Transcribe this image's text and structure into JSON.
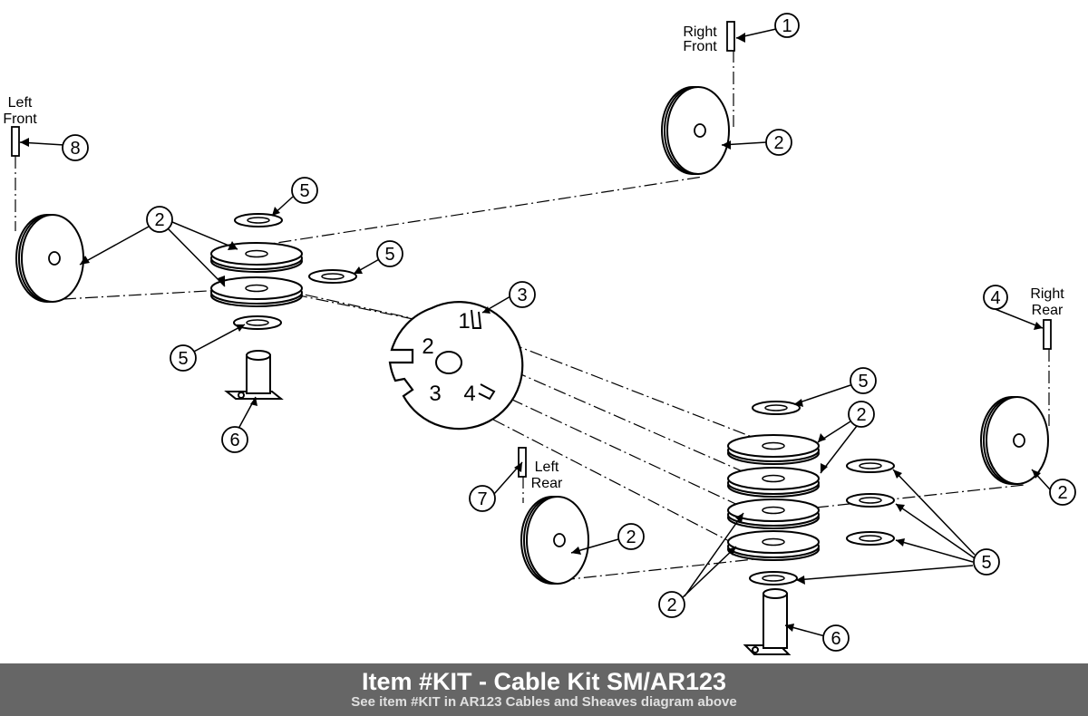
{
  "footer": {
    "title": "Item #KIT - Cable Kit SM/AR123",
    "subtitle": "See item #KIT in AR123 Cables and Sheaves diagram above"
  },
  "labels": {
    "right_front": [
      "Right",
      "Front"
    ],
    "left_front": [
      "Left",
      "Front"
    ],
    "right_rear": [
      "Right",
      "Rear"
    ],
    "left_rear": [
      "Left",
      "Rear"
    ]
  },
  "callouts": {
    "c1": "1",
    "c2": "2",
    "c3": "3",
    "c4": "4",
    "c5": "5",
    "c6": "6",
    "c7": "7",
    "c8": "8"
  },
  "hub_slots": {
    "s1": "1",
    "s2": "2",
    "s3": "3",
    "s4": "4"
  }
}
